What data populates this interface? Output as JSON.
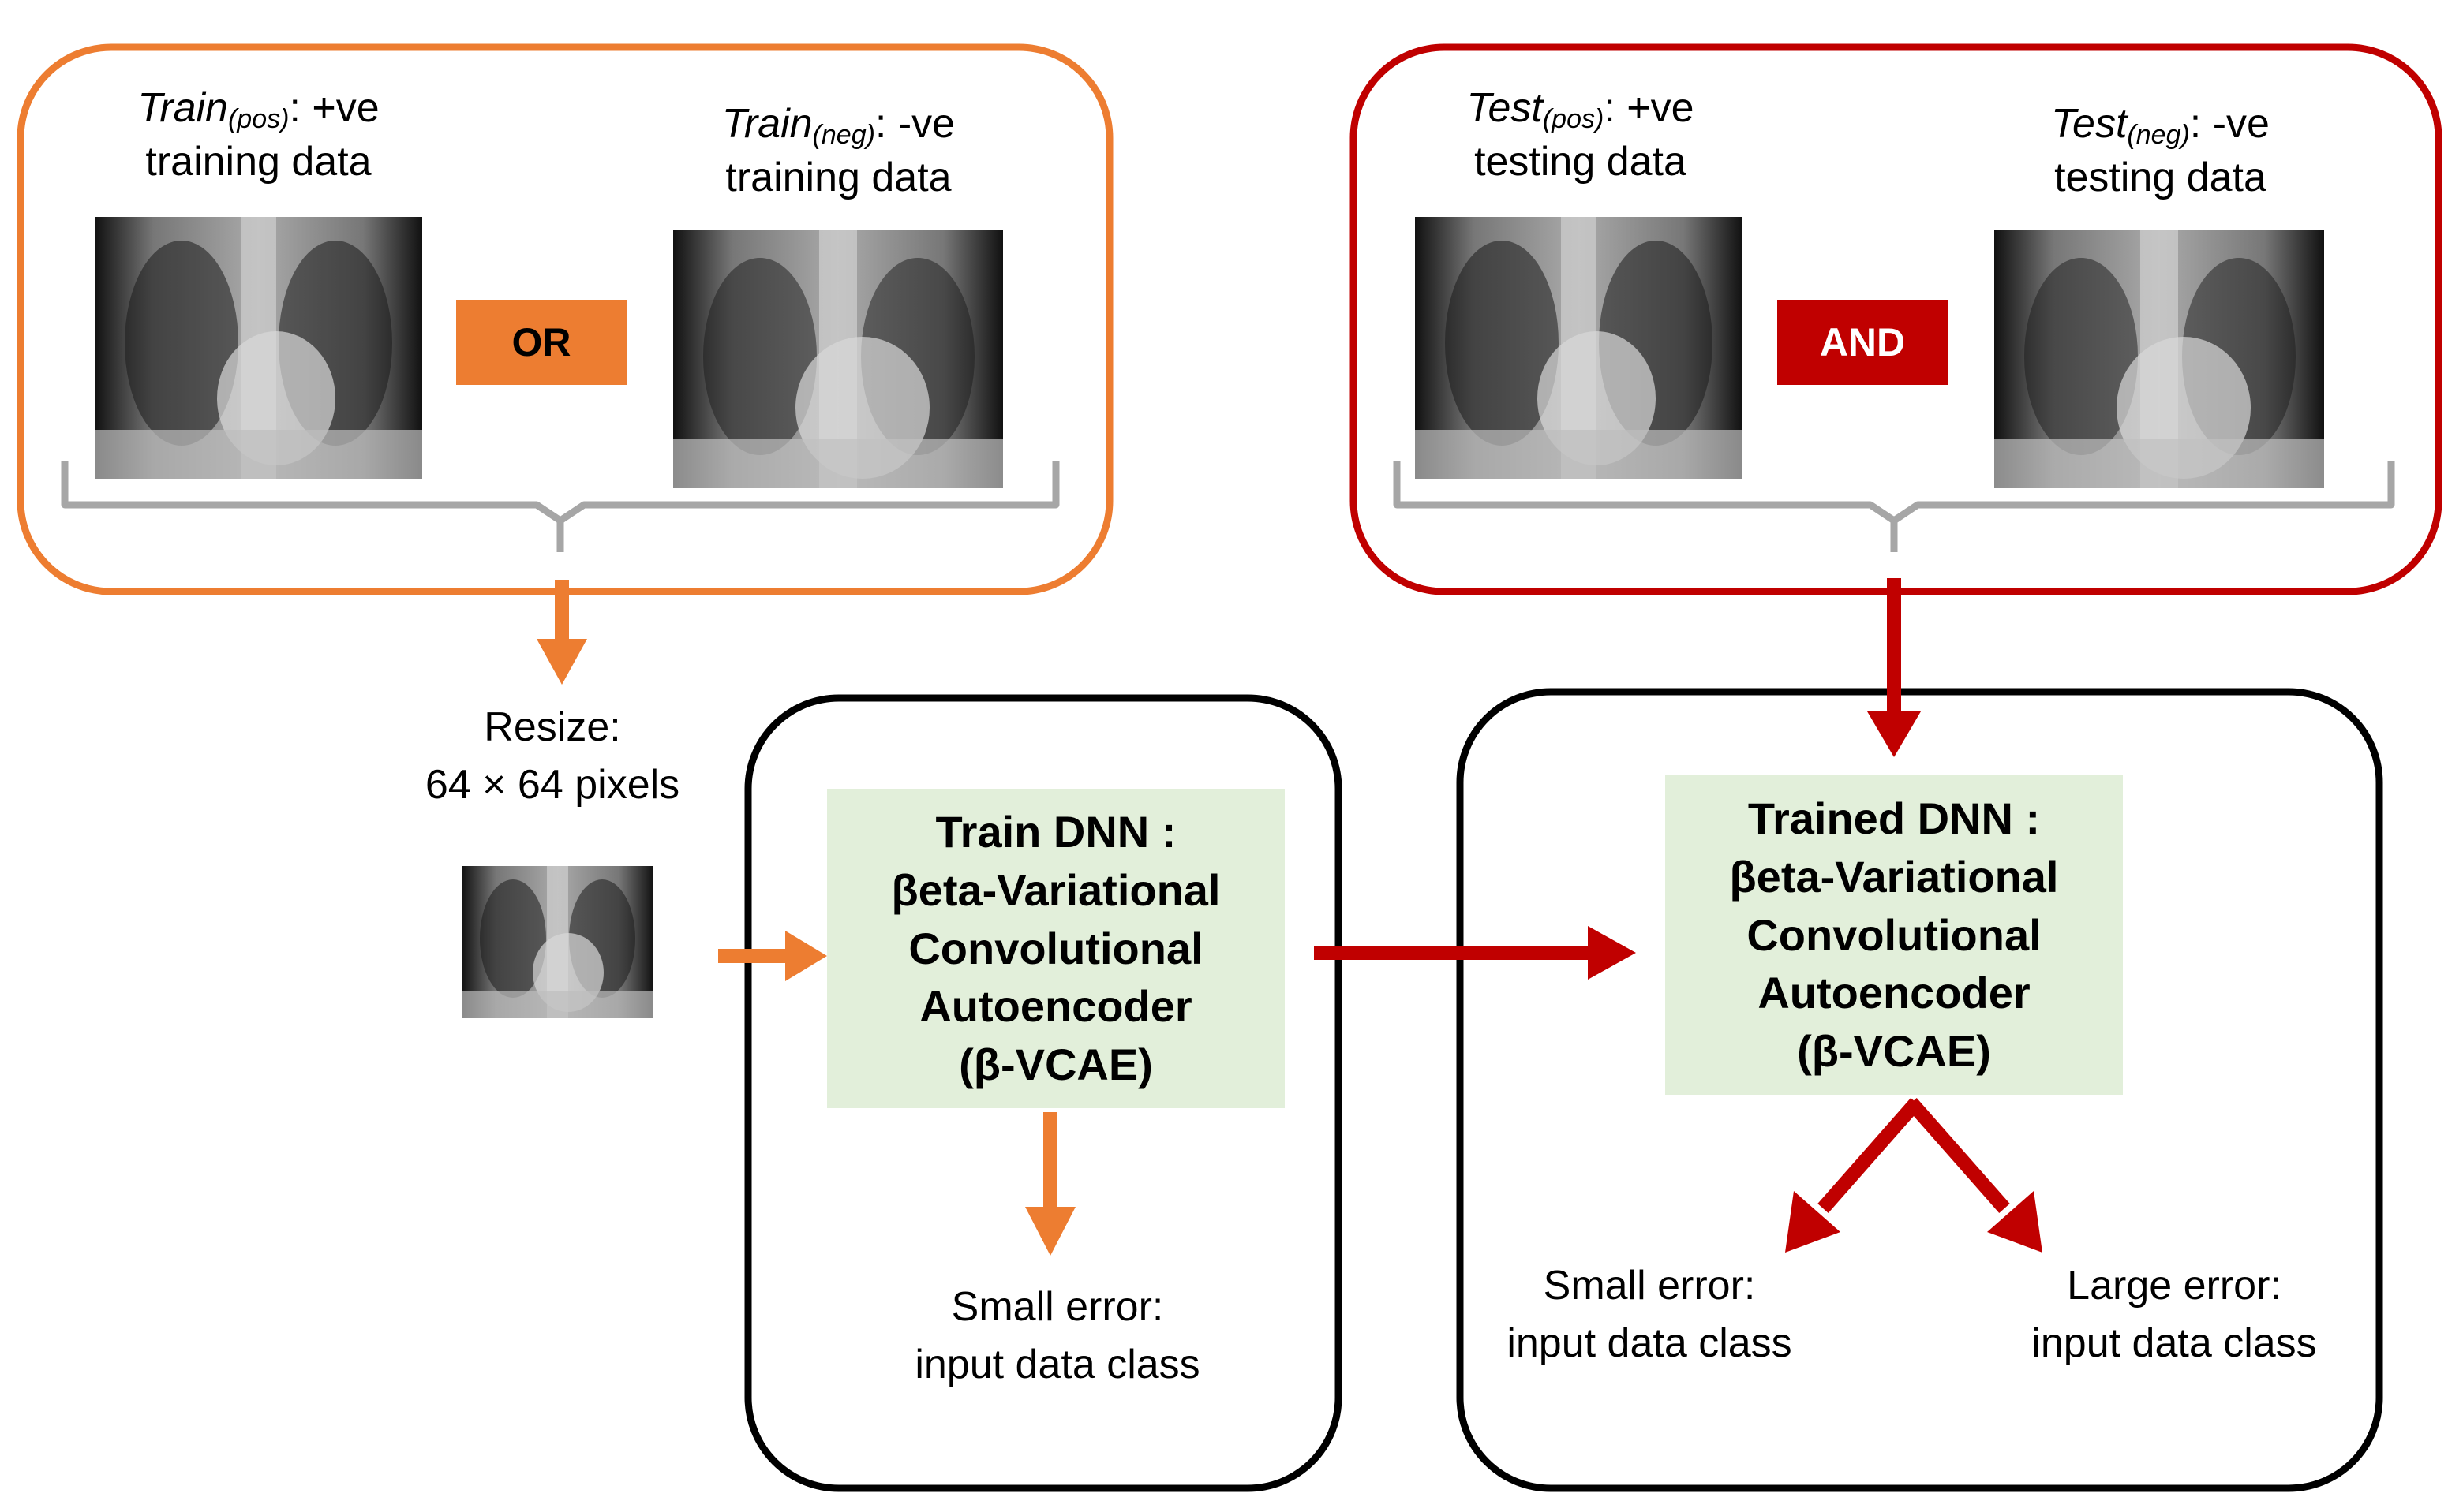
{
  "colors": {
    "train": "#ed7d31",
    "test": "#c00000",
    "bracket": "#a6a6a6",
    "module_fill": "#e2efda",
    "frame": "#000000"
  },
  "training_group": {
    "pos": {
      "name": "Train",
      "sub": "(pos)",
      "suffix": ": +ve",
      "line2": "training data"
    },
    "neg": {
      "name": "Train",
      "sub": "(neg)",
      "suffix": ": -ve",
      "line2": "training data"
    },
    "operator": "OR"
  },
  "testing_group": {
    "pos": {
      "name": "Test",
      "sub": "(pos)",
      "suffix": ": +ve",
      "line2": "testing data"
    },
    "neg": {
      "name": "Test",
      "sub": "(neg)",
      "suffix": ": -ve",
      "line2": "testing data"
    },
    "operator": "AND"
  },
  "resize": {
    "line1": "Resize:",
    "line2": "64 × 64 pixels"
  },
  "train_module": {
    "title": "Train DNN :\nβeta-Variational\nConvolutional\nAutoencoder\n(β-VCAE)",
    "outcome": {
      "line1": "Small error:",
      "line2": "input data class"
    }
  },
  "trained_module": {
    "title": "Trained DNN :\nβeta-Variational\nConvolutional\nAutoencoder\n(β-VCAE)",
    "outcome_small": {
      "line1": "Small error:",
      "line2": "input data class"
    },
    "outcome_large": {
      "line1": "Large error:",
      "line2": "input data class"
    }
  },
  "icons": [
    "chest-xray-image",
    "arrow-icon",
    "curly-brace-icon"
  ]
}
